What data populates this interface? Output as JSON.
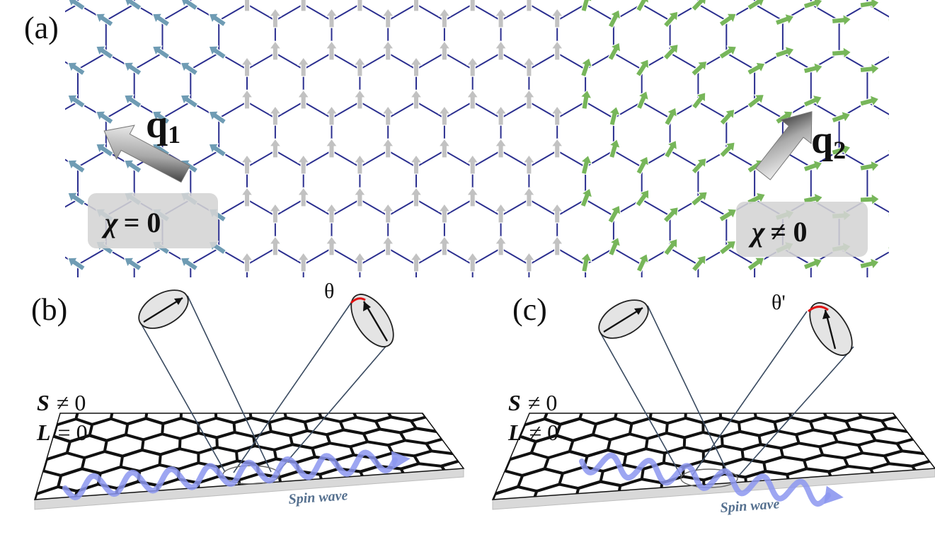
{
  "panels": {
    "a": {
      "label": "(a)"
    },
    "b": {
      "label": "(b)"
    },
    "c": {
      "label": "(c)"
    }
  },
  "wavevectors": {
    "q1": {
      "main": "q",
      "sub": "1"
    },
    "q2": {
      "main": "q",
      "sub": "2"
    }
  },
  "chirality": {
    "left": {
      "symbol": "χ",
      "relation": "= 0"
    },
    "right": {
      "symbol": "χ",
      "relation": "≠ 0"
    }
  },
  "panel_b": {
    "angle_label": "θ",
    "lines": [
      {
        "var": "S",
        "rel": "≠ 0"
      },
      {
        "var": "L",
        "rel": "= 0"
      }
    ],
    "wave_label": "Spin wave"
  },
  "panel_c": {
    "angle_label": "θ'",
    "lines": [
      {
        "var": "S",
        "rel": "≠ 0"
      },
      {
        "var": "L",
        "rel": "≠ 0"
      }
    ],
    "wave_label": "Spin wave"
  },
  "colors": {
    "lattice": "#2b2f8f",
    "arrow_left": "#6f9cb4",
    "arrow_middle": "#c2c2c2",
    "arrow_right": "#77b65a",
    "spin_wave": "#8c97f0",
    "angle_arc": "#e01010",
    "label_box": "#d4d4d4"
  }
}
